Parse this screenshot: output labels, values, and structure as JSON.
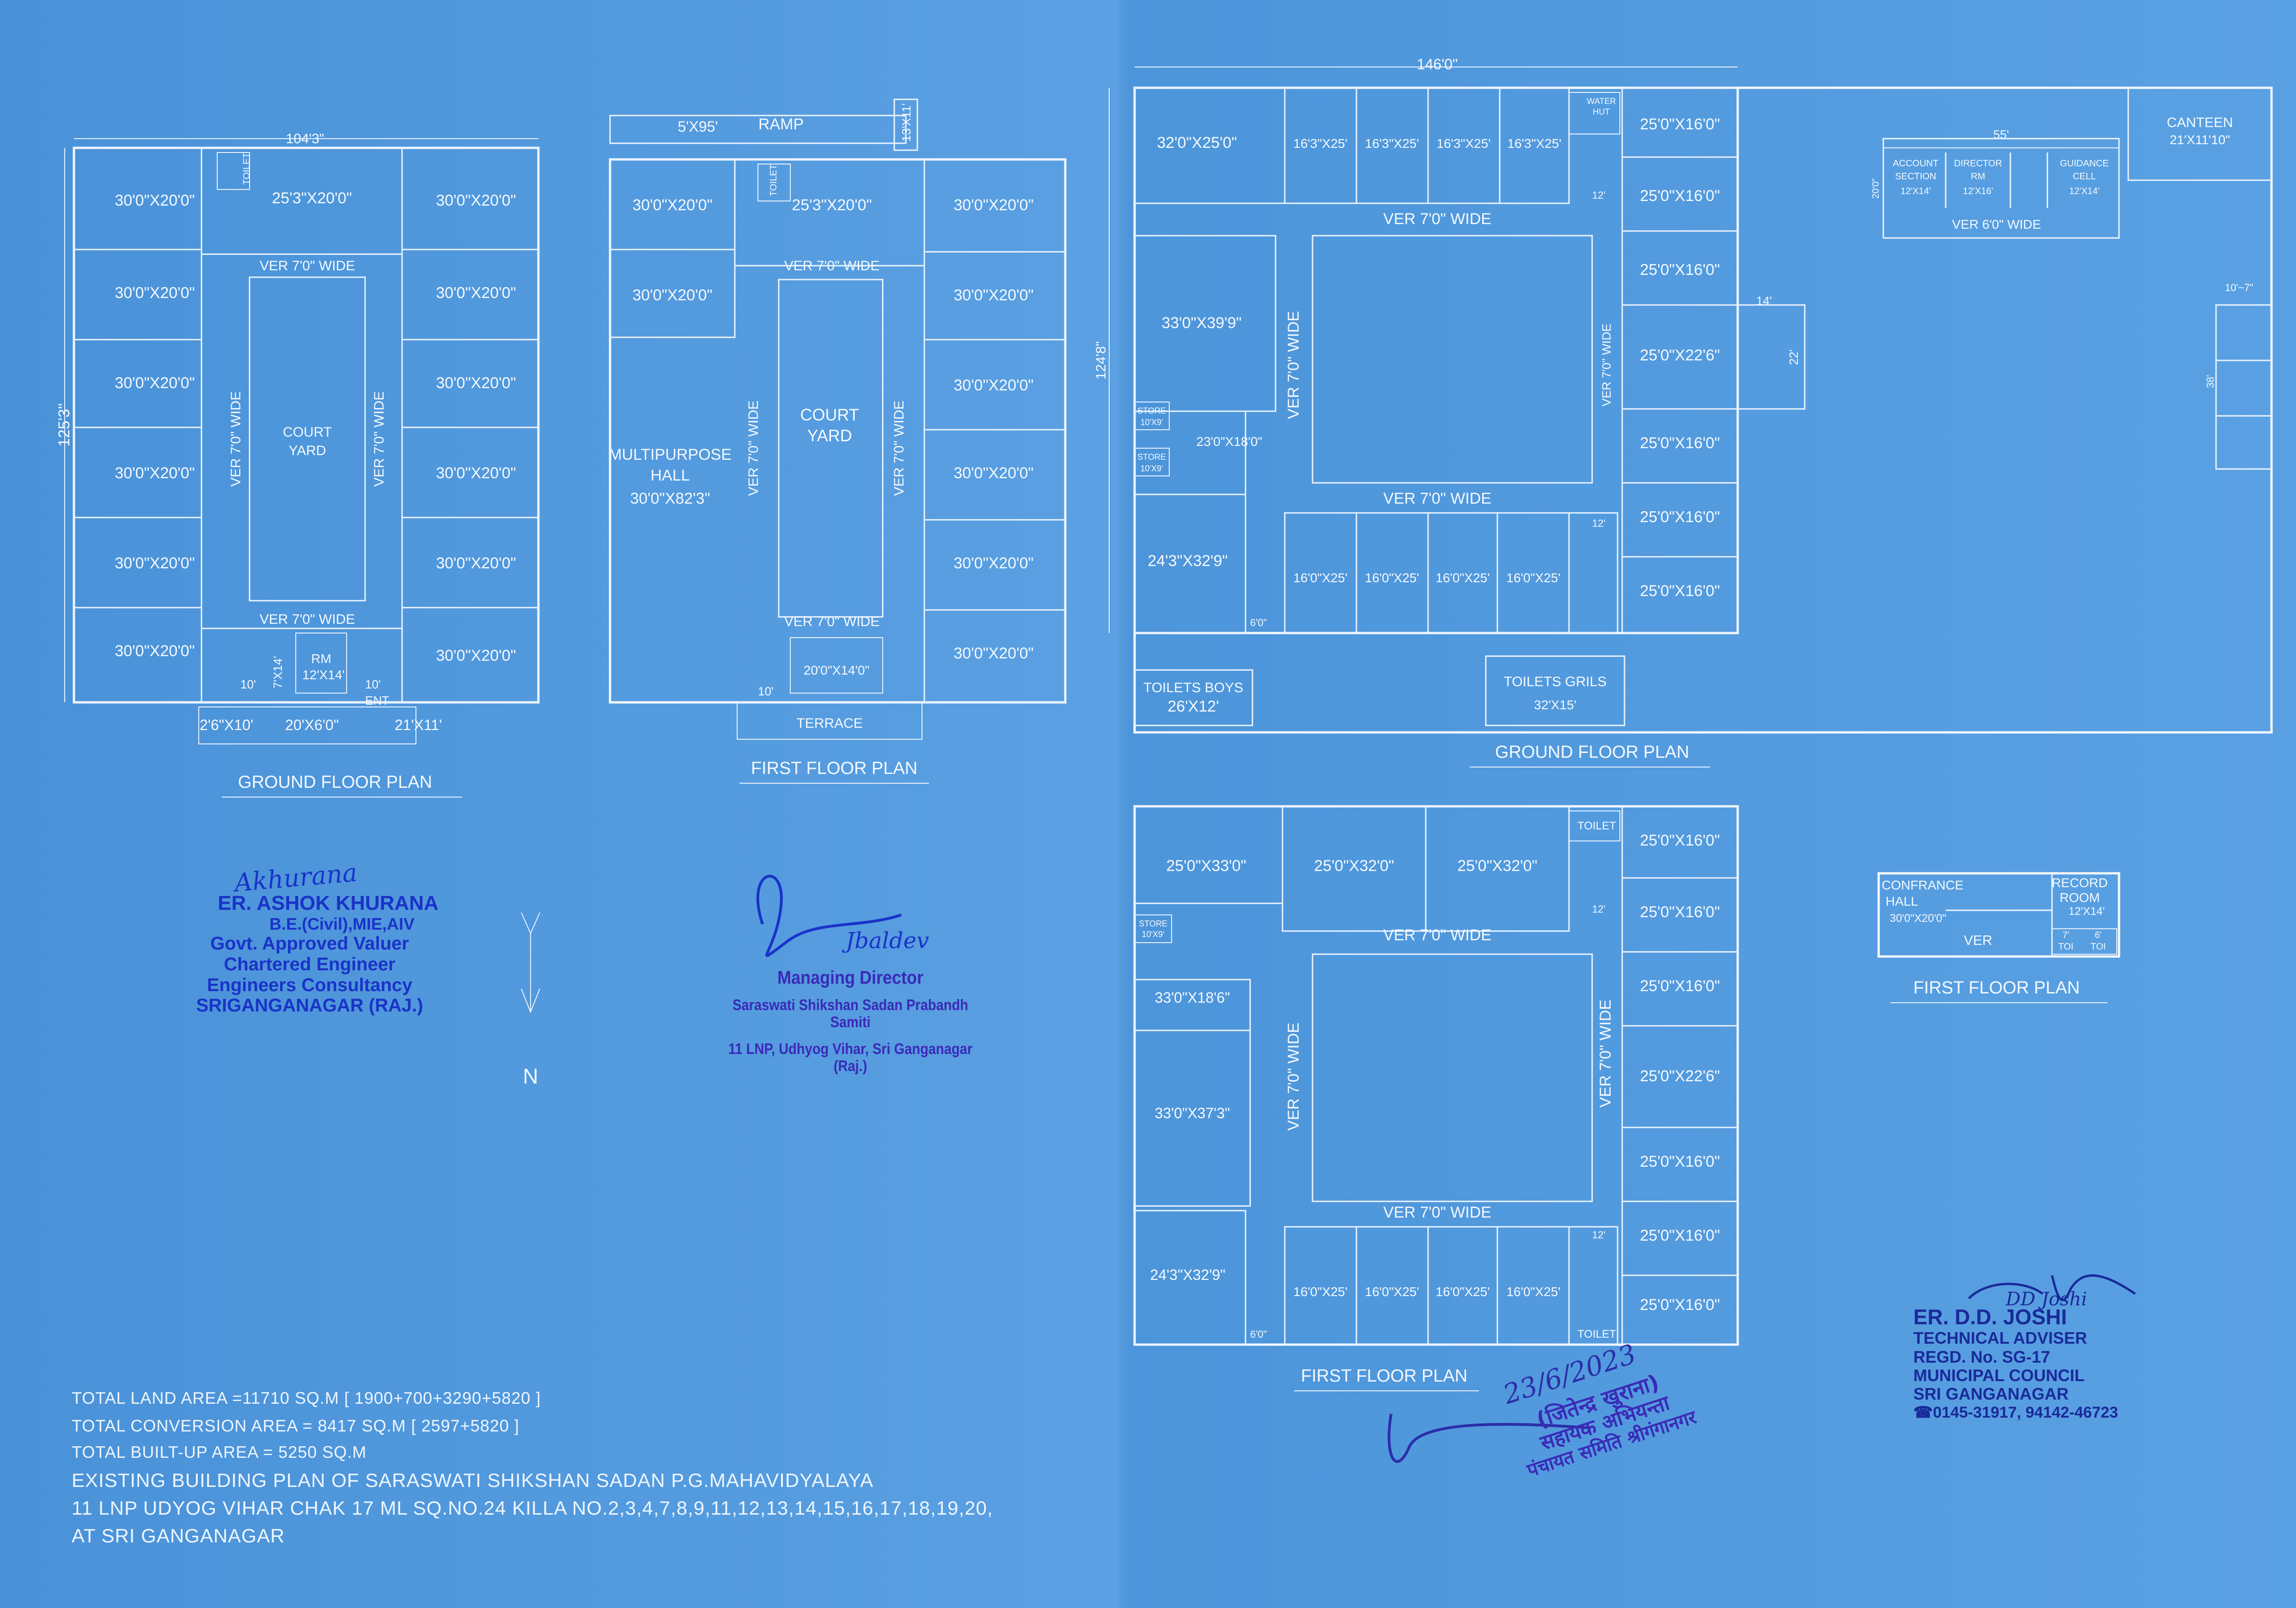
{
  "left_sheet": {
    "gf": {
      "title": "GROUND FLOOR PLAN",
      "width": "104'3\"",
      "depth": "125'3\"",
      "left_rooms": [
        "30'0\"X20'0\"",
        "30'0\"X20'0\"",
        "30'0\"X20'0\"",
        "30'0\"X20'0\"",
        "30'0\"X20'0\"",
        "30'0\"X20'0\""
      ],
      "right_rooms": [
        "30'0\"X20'0\"",
        "30'0\"X20'0\"",
        "30'0\"X20'0\"",
        "30'0\"X20'0\"",
        "30'0\"X20'0\"",
        "30'0\"X20'0\""
      ],
      "top_mid": "25'3\"X20'0\"",
      "toilet": "TOILET",
      "ver_top": "VER 7'0\" WIDE",
      "ver_bot": "VER 7'0\" WIDE",
      "ver_left": "VER 7'0\" WIDE",
      "ver_right": "VER 7'0\" WIDE",
      "court1": "COURT",
      "court2": "YARD",
      "rm1": "RM",
      "rm2": "12'X14'",
      "stair": "7'X14'",
      "d10a": "10'",
      "d10b": "10'",
      "ent": "ENT",
      "b1": "2'6\"X10'",
      "b2": "20'X6'0\"",
      "b3": "21'X11'"
    },
    "ff": {
      "title": "FIRST FLOOR PLAN",
      "ramp": "RAMP",
      "ramp_dim": "5'X95'",
      "ramp_side": "13'X11'",
      "left_rooms": [
        "30'0\"X20'0\"",
        "30'0\"X20'0\""
      ],
      "right_rooms": [
        "30'0\"X20'0\"",
        "30'0\"X20'0\"",
        "30'0\"X20'0\"",
        "30'0\"X20'0\"",
        "30'0\"X20'0\"",
        "30'0\"X20'0\""
      ],
      "top_mid": "25'3\"X20'0\"",
      "toilet": "TOILET",
      "hall1": "MULTIPURPOSE",
      "hall2": "HALL",
      "hall3": "30'0\"X82'3\"",
      "court1": "COURT",
      "court2": "YARD",
      "ver_top": "VER 7'0\" WIDE",
      "ver_bot": "VER 7'0\" WIDE",
      "ver_left": "VER 7'0\" WIDE",
      "ver_right": "VER 7'0\" WIDE",
      "mid": "20'0\"X14'0\"",
      "d10": "10'",
      "terrace": "TERRACE"
    },
    "north": "N",
    "engineer": {
      "signature": "Akhurana",
      "name": "ER. ASHOK KHURANA",
      "l1": "B.E.(Civil),MIE,AIV",
      "l2": "Govt. Approved Valuer",
      "l3": "Chartered Engineer",
      "l4": "Engineers Consultancy",
      "l5": "SRIGANGANAGAR (RAJ.)"
    },
    "director": {
      "signature": "Jbaldev",
      "title": "Managing Director",
      "l1": "Saraswati Shikshan Sadan Prabandh Samiti",
      "l2": "11 LNP, Udhyog Vihar, Sri Ganganagar (Raj.)"
    },
    "notes": {
      "n1": "TOTAL LAND AREA =11710 SQ.M [ 1900+700+3290+5820 ]",
      "n2": "TOTAL CONVERSION AREA = 8417 SQ.M [ 2597+5820 ]",
      "n3": "TOTAL BUILT-UP AREA = 5250 SQ.M",
      "n4": "EXISTING BUILDING PLAN OF SARASWATI SHIKSHAN SADAN P.G.MAHAVIDYALAYA",
      "n5": "11 LNP UDYOG VIHAR  CHAK 17 ML SQ.NO.24     KILLA NO.2,3,4,7,8,9,11,12,13,14,15,16,17,18,19,20,",
      "n6": "AT SRI GANGANAGAR"
    }
  },
  "right_sheet": {
    "overall_w": "146'0\"",
    "overall_h": "124'8\"",
    "gf": {
      "title": "GROUND FLOOR PLAN",
      "r1": "32'0\"X25'0\"",
      "top": [
        "16'3\"X25'",
        "16'3\"X25'",
        "16'3\"X25'",
        "16'3\"X25'"
      ],
      "water1": "WATER",
      "water2": "HUT",
      "right": [
        "25'0\"X16'0\"",
        "25'0\"X16'0\"",
        "25'0\"X16'0\"",
        "25'0\"X22'6\"",
        "25'0\"X16'0\"",
        "25'0\"X16'0\"",
        "25'0\"X16'0\""
      ],
      "ver_top": "VER 7'0\" WIDE",
      "ver_bot": "VER 7'0\" WIDE",
      "ver_left": "VER 7'0\" WIDE",
      "ver_right": "VER 7'0\" WIDE",
      "l1": "33'0\"X39'9\"",
      "store1": "STORE",
      "store1d": "10'X9'",
      "store2": "STORE",
      "store2d": "10'X9'",
      "l2": "23'0\"X18'0\"",
      "l3": "24'3\"X32'9\"",
      "bottom": [
        "16'0\"X25'",
        "16'0\"X25'",
        "16'0\"X25'",
        "16'0\"X25'"
      ],
      "d12": "12'",
      "d6": "6'0\"",
      "d14": "14'",
      "d22": "22'",
      "tb1": "TOILETS BOYS",
      "tb2": "26'X12'",
      "tg1": "TOILETS GRILS",
      "tg2": "32'X15'",
      "canteen1": "CANTEEN",
      "canteen2": "21'X11'10\"",
      "blk_w": "55'",
      "blk_h": "20'0\"",
      "acct1": "ACCOUNT",
      "acct2": "SECTION",
      "acct3": "12'X14'",
      "dir1": "DIRECTOR",
      "dir2": "RM",
      "dir3": "12'X16'",
      "guid1": "GUIDANCE",
      "guid2": "CELL",
      "guid3": "12'X14'",
      "ver6": "VER 6'0\" WIDE",
      "side1": "10'~7\"",
      "side2": "38'"
    },
    "ff": {
      "title": "FIRST FLOOR PLAN",
      "top": [
        "25'0\"X33'0\"",
        "25'0\"X32'0\"",
        "25'0\"X32'0\""
      ],
      "toilet": "TOILET",
      "right": [
        "25'0\"X16'0\"",
        "25'0\"X16'0\"",
        "25'0\"X16'0\"",
        "25'0\"X22'6\"",
        "25'0\"X16'0\"",
        "25'0\"X16'0\"",
        "25'0\"X16'0\""
      ],
      "store1": "STORE",
      "store2": "10'X9'",
      "l1": "33'0\"X18'6\"",
      "l2": "33'0\"X37'3\"",
      "l3": "24'3\"X32'9\"",
      "bottom": [
        "16'0\"X25'",
        "16'0\"X25'",
        "16'0\"X25'",
        "16'0\"X25'"
      ],
      "ver_top": "VER 7'0\" WIDE",
      "ver_bot": "VER 7'0\" WIDE",
      "ver_left": "VER 7'0\" WIDE",
      "ver_right": "VER 7'0\" WIDE",
      "d12": "12'",
      "d6": "6'0\"",
      "toilet2": "TOILET"
    },
    "ff2": {
      "title": "FIRST FLOOR PLAN",
      "conf1": "CONFRANCE",
      "conf2": "HALL",
      "conf3": "30'0\"X20'0\"",
      "rec1": "RECORD",
      "rec2": "ROOM",
      "rec3": "12'X14'",
      "ver": "VER",
      "t1": "7'",
      "t2": "TOI",
      "t3": "6'",
      "t4": "TOI"
    },
    "joshi": {
      "signature": "DD Joshi",
      "name": "ER. D.D. JOSHI",
      "l1": "TECHNICAL ADVISER",
      "l2": "REGD. No. SG-17",
      "l3": "MUNICIPAL COUNCIL",
      "l4": "SRI GANGANAGAR",
      "l5": "☎0145-31917, 94142-46723"
    },
    "official": {
      "date": "23/6/2023",
      "name": "(जितेन्द्र खुराना)",
      "l1": "सहायक अभियन्ता",
      "l2": "पंचायत समिति श्रीगंगानगर"
    }
  },
  "colors": {
    "paper": "#5aa0e2",
    "lines": "#f4f9ff",
    "stamp_blue": "#1a33c8",
    "stamp_purple": "#3a2ab8"
  }
}
